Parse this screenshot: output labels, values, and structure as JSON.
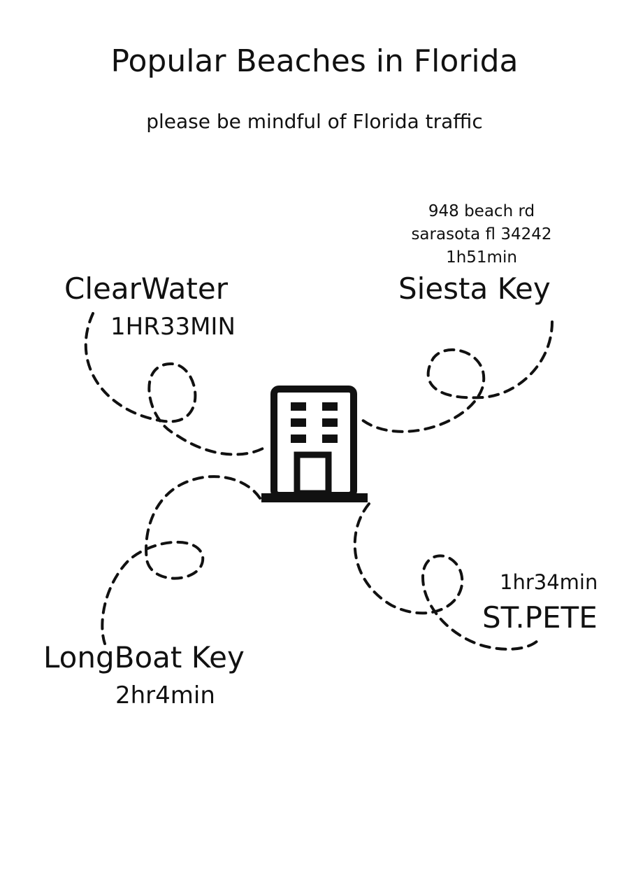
{
  "header": {
    "title": "Popular Beaches in Florida",
    "subtitle": "please be mindful of Florida traffic"
  },
  "destinations": {
    "clearwater": {
      "name": "ClearWater",
      "time": "1HR33MIN"
    },
    "siesta_key": {
      "address_line1": "948 beach rd",
      "address_line2": "sarasota fl 34242",
      "time": "1h51min",
      "name": "Siesta Key"
    },
    "longboat_key": {
      "name": "LongBoat Key",
      "time": "2hr4min"
    },
    "st_pete": {
      "time": "1hr34min",
      "name": "ST.PETE"
    }
  },
  "icons": {
    "center": "hotel-building-icon"
  },
  "colors": {
    "ink": "#111111",
    "background": "#ffffff"
  }
}
